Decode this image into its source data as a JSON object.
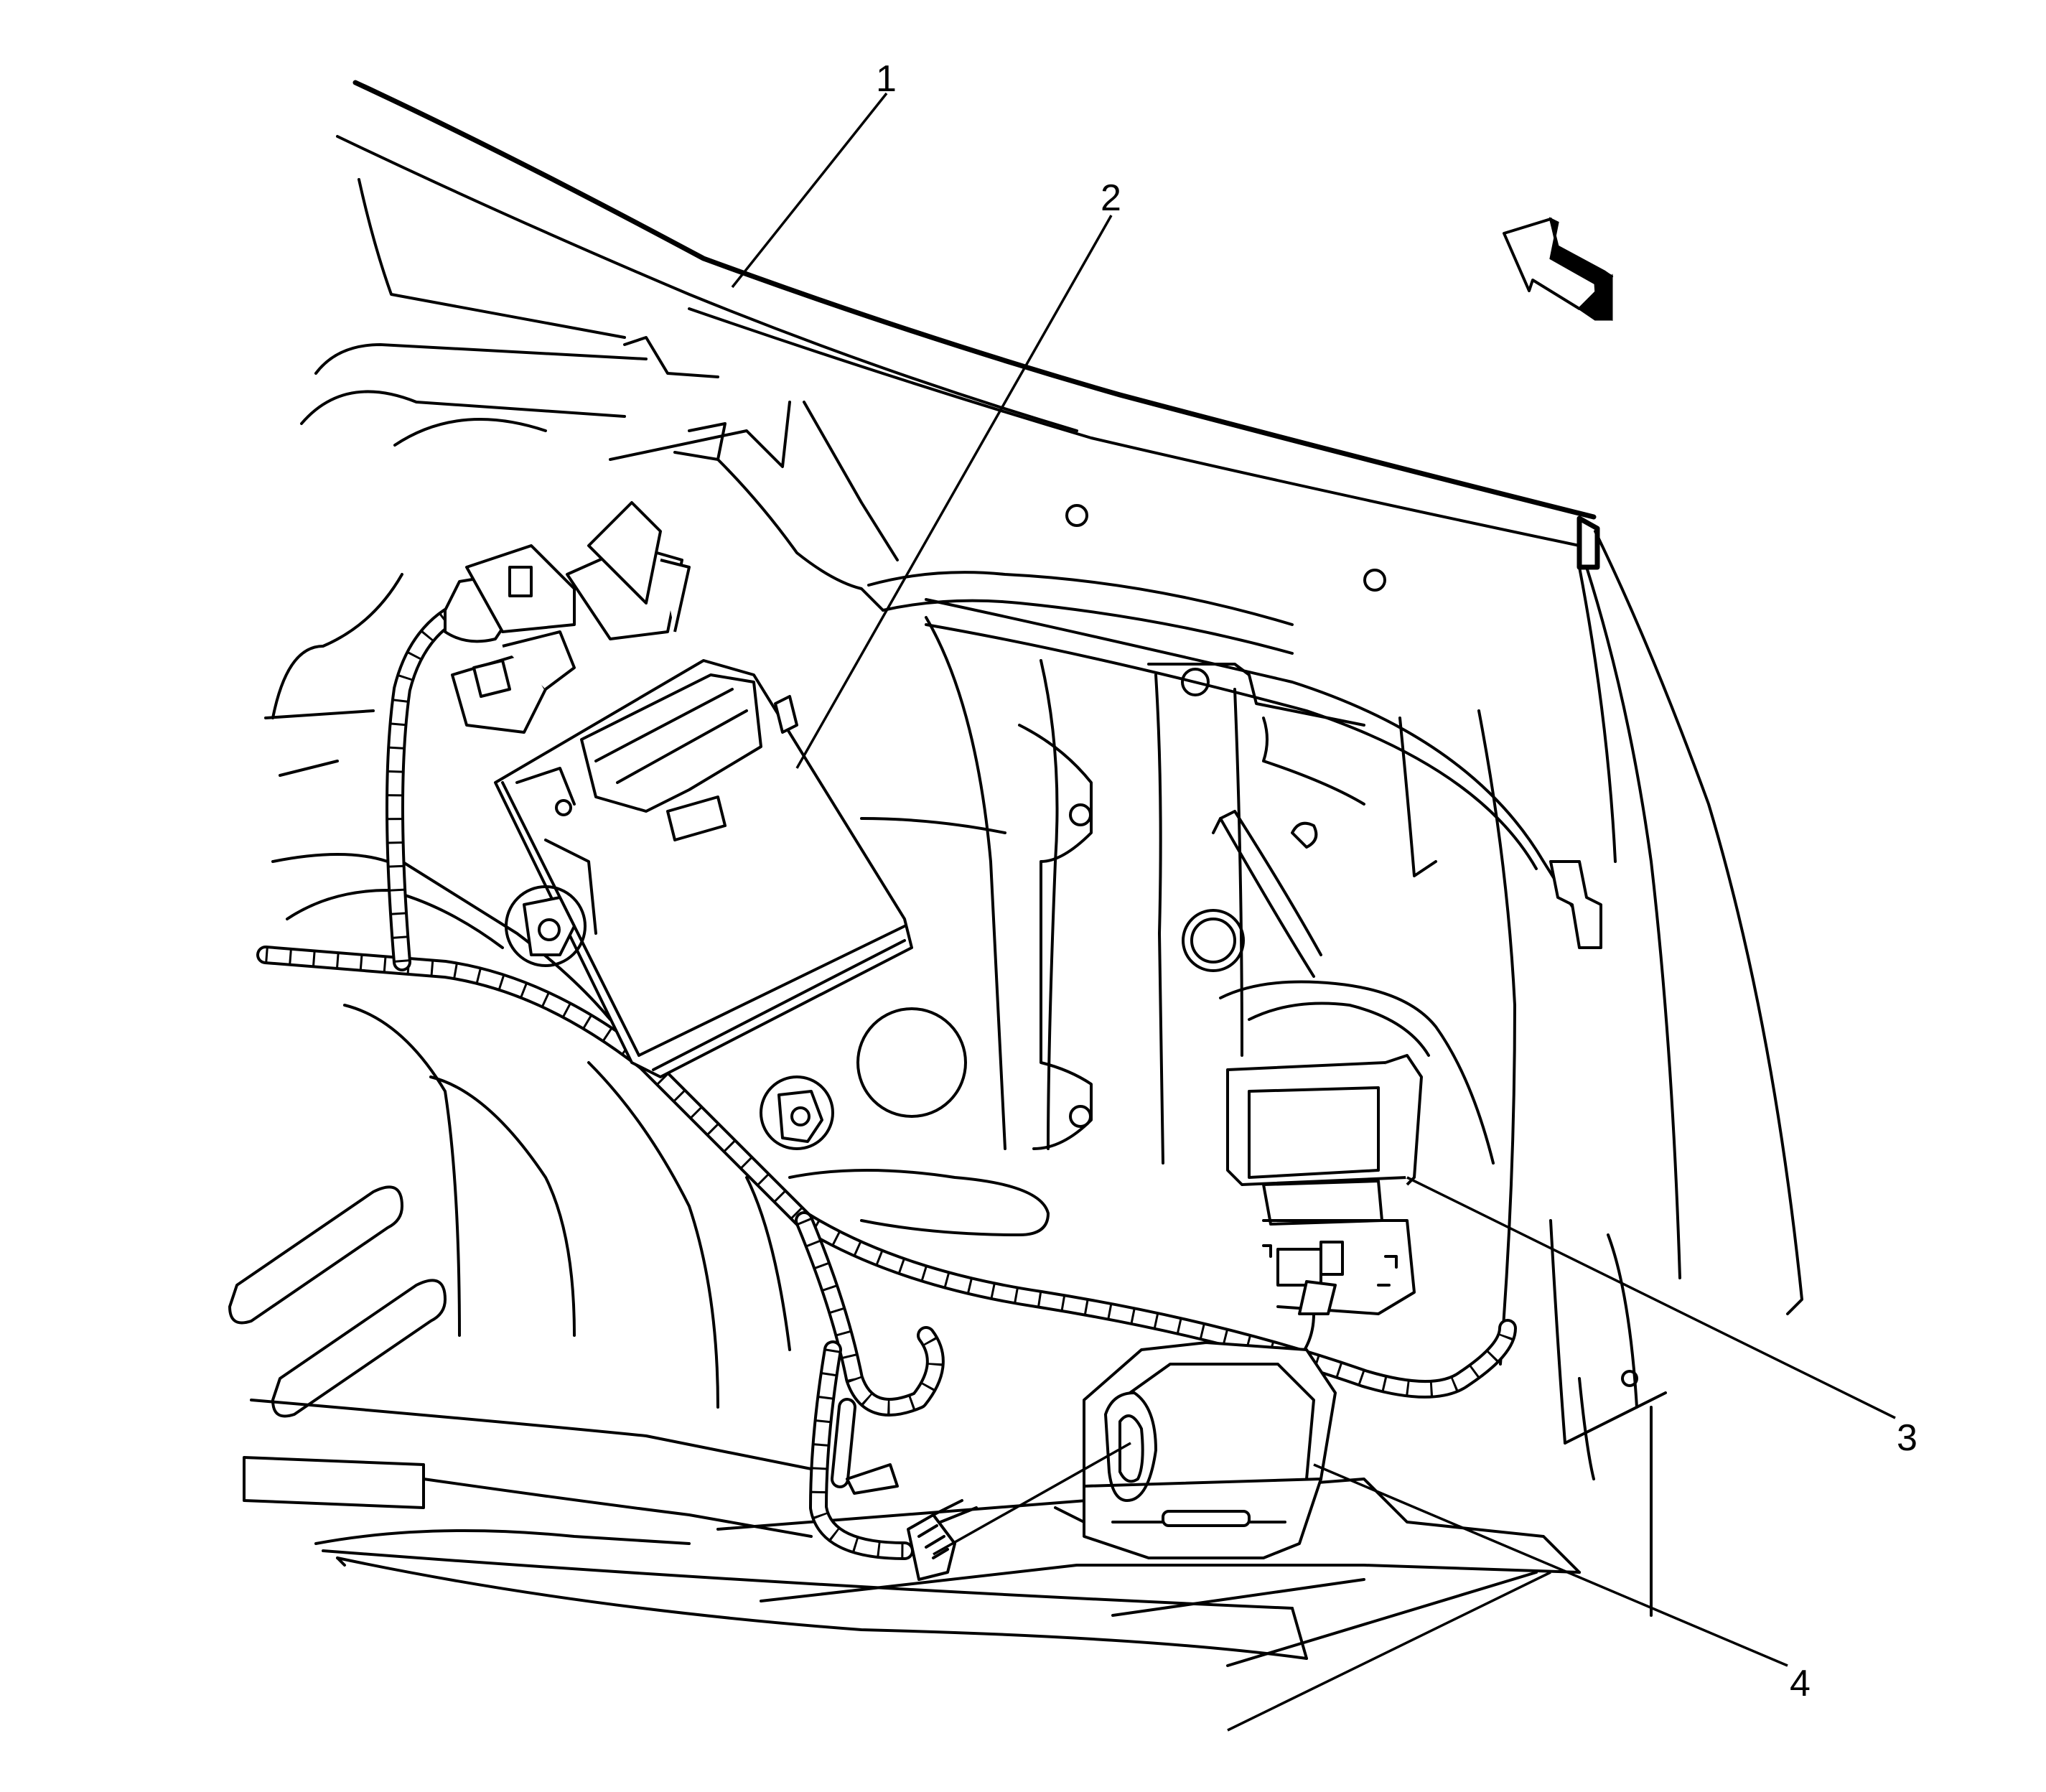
{
  "callouts": [
    {
      "id": "1",
      "label": "1"
    },
    {
      "id": "2",
      "label": "2"
    },
    {
      "id": "3",
      "label": "3"
    },
    {
      "id": "4",
      "label": "4"
    }
  ],
  "view_arrow": {
    "icon": "direction-arrow-icon",
    "meaning": "front-of-vehicle"
  },
  "colors": {
    "line": "#000000",
    "background": "#ffffff"
  }
}
